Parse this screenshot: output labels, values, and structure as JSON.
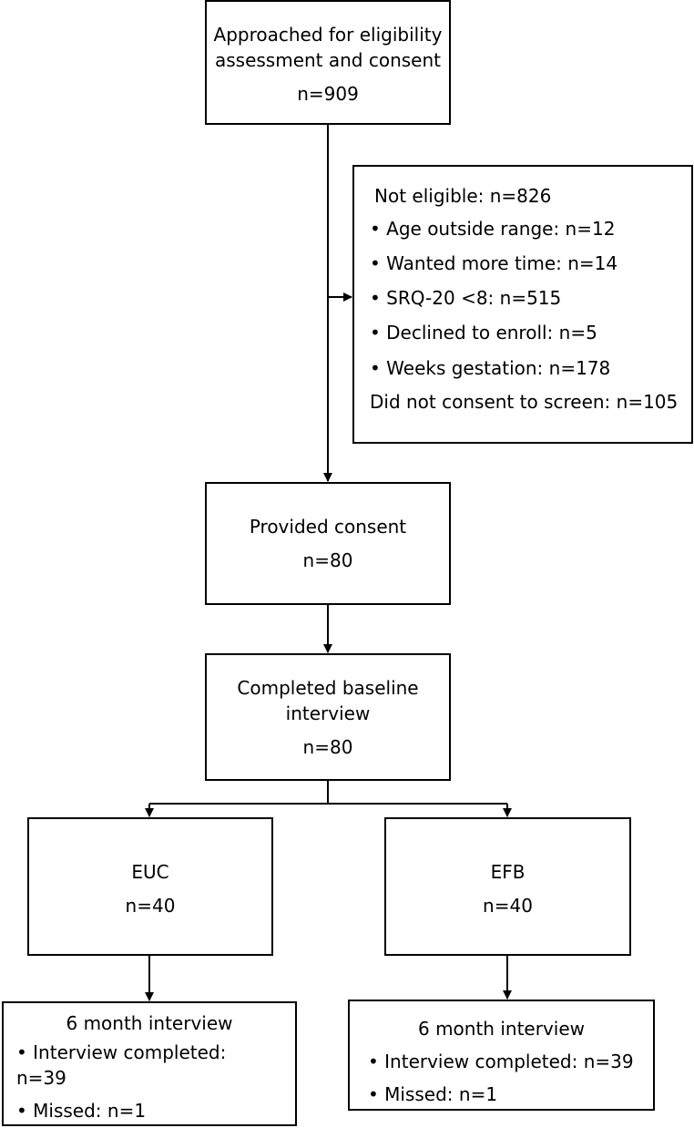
{
  "approached": {
    "line1": "Approached for eligibility",
    "line2": "assessment and consent",
    "n": "n=909"
  },
  "not_eligible": {
    "title": "Not eligible: n=826",
    "items": [
      "Age outside range: n=12",
      "Wanted more time: n=14",
      "SRQ-20 <8: n=515",
      "Declined to enroll: n=5",
      "Weeks gestation: n=178"
    ],
    "footer": "Did not consent to screen: n=105"
  },
  "consent": {
    "label": "Provided consent",
    "n": "n=80"
  },
  "baseline": {
    "line1": "Completed baseline",
    "line2": "interview",
    "n": "n=80"
  },
  "euc": {
    "label": "EUC",
    "n": "n=40"
  },
  "efb": {
    "label": "EFB",
    "n": "n=40"
  },
  "euc_followup": {
    "title": "6 month interview",
    "item1_line1": "Interview completed:",
    "item1_line2": "n=39",
    "item2": "Missed: n=1"
  },
  "efb_followup": {
    "title": "6 month interview",
    "item1": "Interview completed: n=39",
    "item2": "Missed: n=1"
  }
}
